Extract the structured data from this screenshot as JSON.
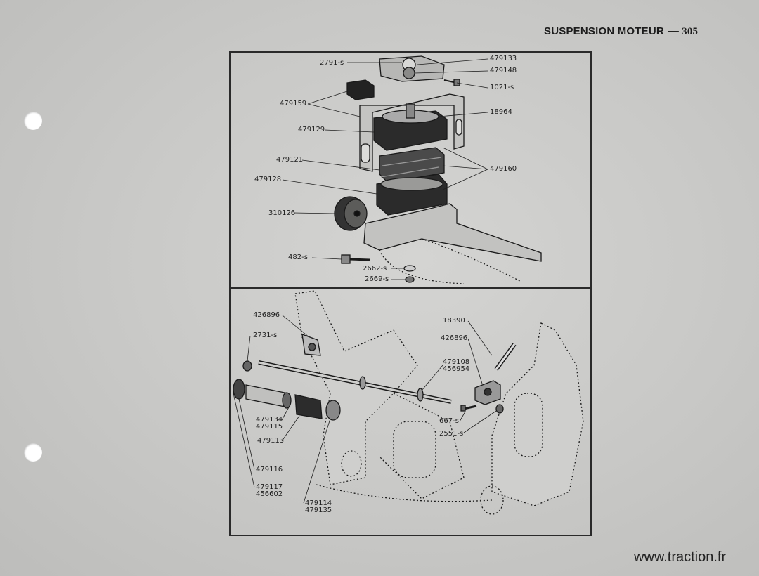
{
  "header": {
    "section_title": "SUSPENSION MOTEUR",
    "dash": "—",
    "page_number": "305"
  },
  "top_diagram": {
    "labels": [
      "2791-s",
      "479133",
      "479148",
      "1021-s",
      "479159",
      "18964",
      "479129",
      "479121",
      "479160",
      "479128",
      "310126",
      "482-s",
      "2662-s",
      "2669-s"
    ]
  },
  "bottom_diagram": {
    "labels": [
      "426896",
      "2731-s",
      "18390",
      "426896",
      "479108",
      "456954",
      "479134",
      "479115",
      "667-s",
      "479113",
      "2551-s",
      "479116",
      "479117",
      "456602",
      "479114",
      "479135"
    ]
  },
  "watermark": "www.traction.fr"
}
